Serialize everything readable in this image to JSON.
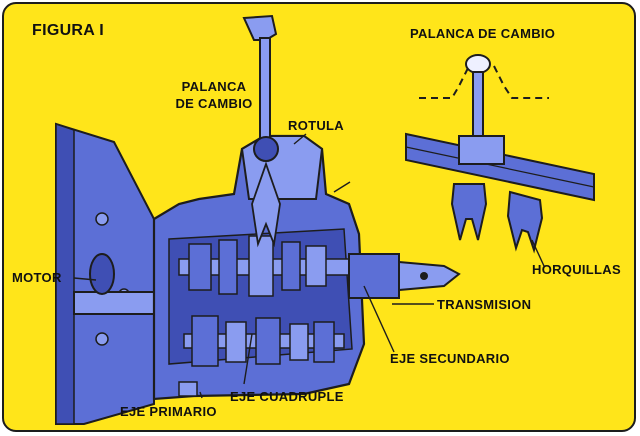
{
  "figure": {
    "title": "FIGURA I"
  },
  "labels": {
    "palanca_main_line1": "PALANCA",
    "palanca_main_line2": "DE CAMBIO",
    "rotula": "ROTULA",
    "motor": "MOTOR",
    "transmision": "TRANSMISION",
    "eje_secundario": "EJE SECUNDARIO",
    "eje_cuadruple": "EJE CUADRUPLE",
    "eje_primario": "EJE PRIMARIO",
    "palanca_inset": "PALANCA DE CAMBIO",
    "horquillas": "HORQUILLAS"
  },
  "colors": {
    "background": "#ffe51a",
    "housing": "#5c6fd6",
    "housing_dark": "#3f4fb4",
    "housing_light": "#8a9cf0",
    "outline": "#1d1d1d"
  }
}
